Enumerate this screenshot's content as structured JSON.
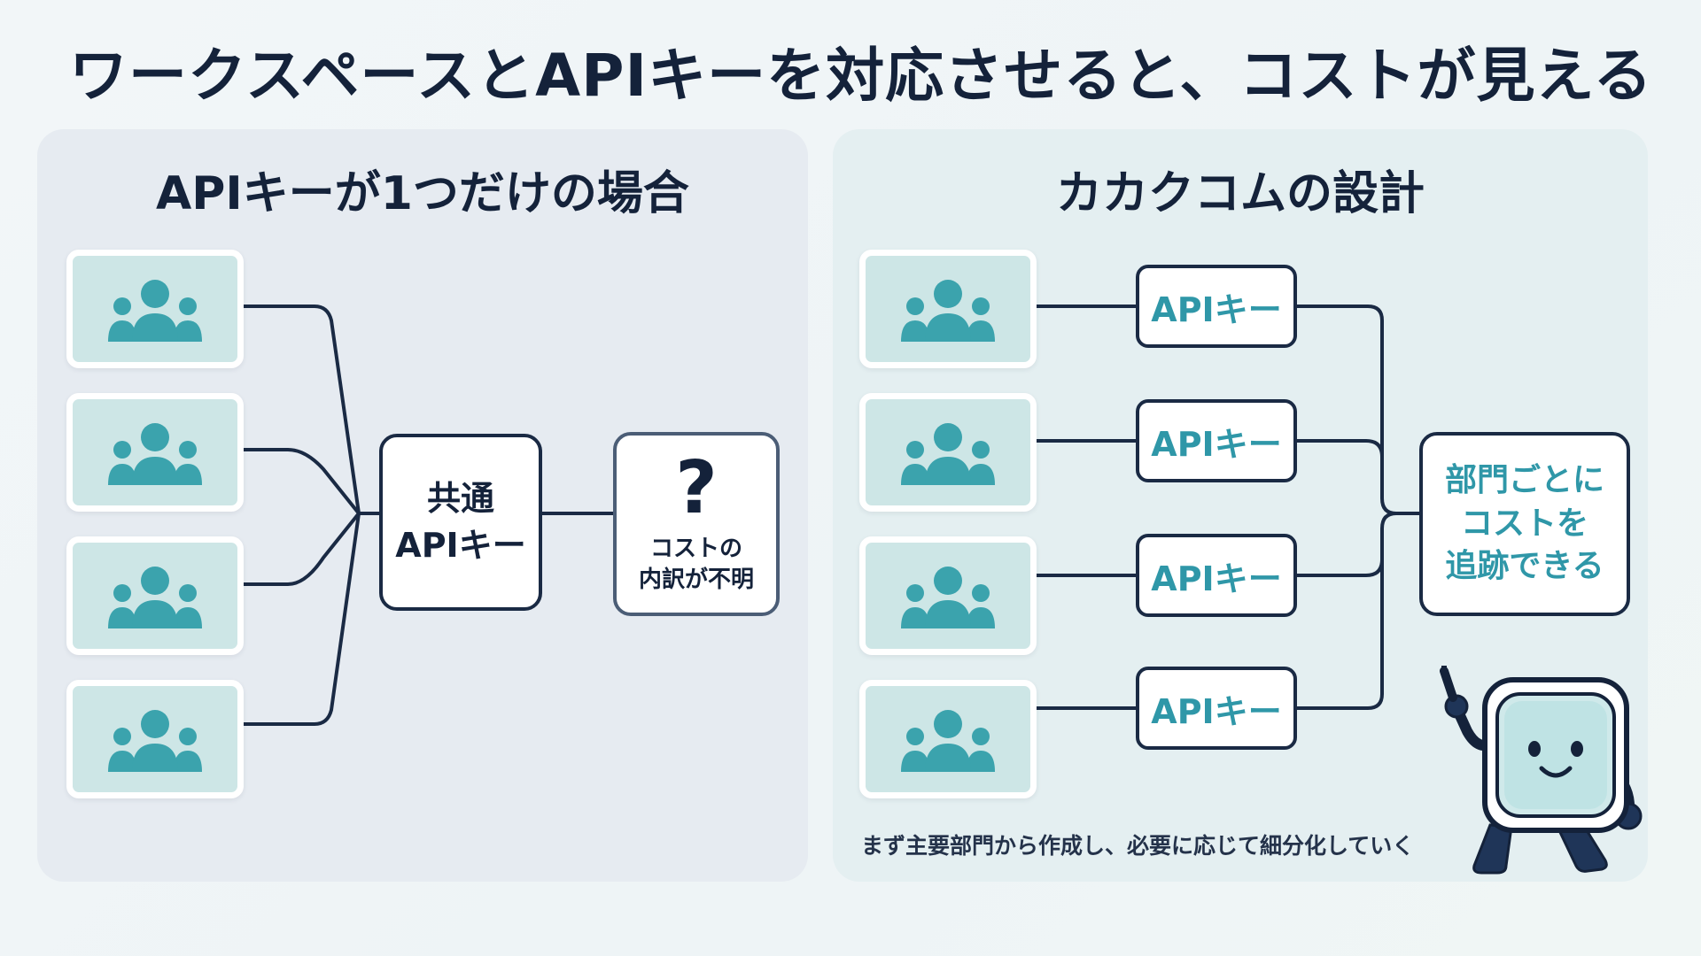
{
  "title": "ワークスペースとAPIキーを対応させると、コストが見える",
  "left_panel": {
    "title": "APIキーが1つだけの場合",
    "teams": [
      "team",
      "team",
      "team",
      "team"
    ],
    "shared_key_line1": "共通",
    "shared_key_line2": "APIキー",
    "unknown_mark": "?",
    "unknown_line1": "コストの",
    "unknown_line2": "内訳が不明"
  },
  "right_panel": {
    "title": "カカクコムの設計",
    "api_keys": [
      "APIキー",
      "APIキー",
      "APIキー",
      "APIキー"
    ],
    "result_line1": "部門ごとに",
    "result_line2": "コストを",
    "result_line3": "追跡できる",
    "note": "まず主要部門から作成し、必要に応じて細分化していく"
  },
  "colors": {
    "navy": "#14223a",
    "teal": "#2f97a8",
    "team_fill": "#cde6e6",
    "left_panel_bg": "#e6ebf1",
    "right_panel_bg": "#e4eff1"
  },
  "icons": [
    "team-icon",
    "question-mark-icon",
    "mascot-icon"
  ]
}
